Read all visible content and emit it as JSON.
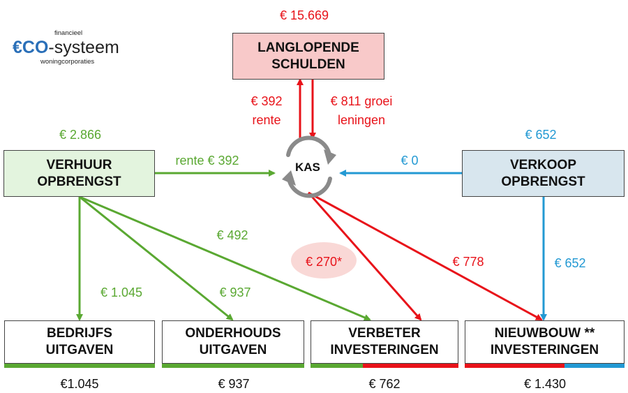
{
  "logo": {
    "top_text": "financieel",
    "brand_prefix": "€CO",
    "brand_suffix": "-systeem",
    "bottom_text": "woningcorporaties"
  },
  "nodes": {
    "schulden": {
      "label": "LANGLOPENDE\nSCHULDEN",
      "value": "€ 15.669"
    },
    "verhuur": {
      "label": "VERHUUR\nOPBRENGST",
      "value": "€ 2.866"
    },
    "verkoop": {
      "label": "VERKOOP\nOPBRENGST",
      "value": "€ 652"
    },
    "kas": {
      "label": "KAS"
    },
    "bedrijfs": {
      "label": "BEDRIJFS\nUITGAVEN",
      "value": "€1.045"
    },
    "onderhouds": {
      "label": "ONDERHOUDS\nUITGAVEN",
      "value": "€ 937"
    },
    "verbeter": {
      "label": "VERBETER\nINVESTERINGEN",
      "value": "€ 762"
    },
    "nieuwbouw": {
      "label": "NIEUWBOUW **\nINVESTERINGEN",
      "value": "€ 1.430"
    }
  },
  "flows": {
    "rente_line1": "€ 392",
    "rente_line2": "rente",
    "groei_line1": "€ 811 groei",
    "groei_line2": "leningen",
    "verhuur_rente": "rente € 392",
    "verkoop_kas": "€ 0",
    "verhuur_verbeter": "€ 492",
    "kas_verbeter": "€ 270*",
    "kas_nieuwbouw": "€ 778",
    "verkoop_nieuwbouw": "€ 652",
    "verhuur_bedrijfs": "€ 1.045",
    "verhuur_onderhouds": "€ 937"
  },
  "colors": {
    "green": "#5aa832",
    "red": "#e8131a",
    "blue": "#2399d3",
    "gray": "#8a8a8a",
    "pink_box": "#f8c9c9",
    "green_box": "#e3f4de",
    "blue_box": "#d8e6ee"
  }
}
